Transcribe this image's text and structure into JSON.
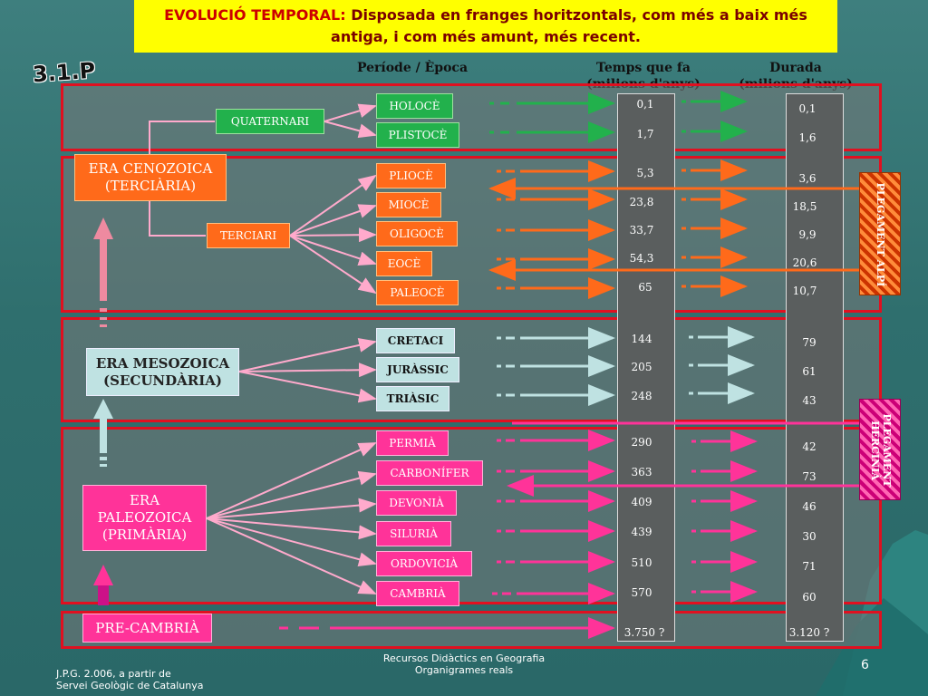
{
  "title": {
    "lead": "EVOLUCIÓ TEMPORAL:",
    "rest": "Disposada en franges horitzontals, com més a baix més antiga, i com més amunt, més recent."
  },
  "slide_code": "3.1.P",
  "headers": {
    "periode": "Període / Època",
    "temps": "Temps que fa",
    "temps_sub": "(milions d'anys)",
    "durada": "Durada",
    "durada_sub": "(milions d'anys)"
  },
  "eras": {
    "cenozoica": "ERA CENOZOICA (TERCIÀRIA)",
    "mesozoica": "ERA MESOZOICA (SECUNDÀRIA)",
    "paleozoica": "ERA PALEOZOICA (PRIMÀRIA)",
    "precambria": "PRE-CAMBRIÀ"
  },
  "periods": {
    "quaternari": "QUATERNARI",
    "terciari": "TERCIARI"
  },
  "epochs": [
    "HOLOCÈ",
    "PLISTOCÈ",
    "PLIOCÈ",
    "MIOCÈ",
    "OLIGOCÈ",
    "EOCÈ",
    "PALEOCÈ",
    "CRETACI",
    "JURÀSSIC",
    "TRIÀSIC",
    "PERMIÀ",
    "CARBONÍFER",
    "DEVONIÀ",
    "SILURIÀ",
    "ORDOVICIÀ",
    "CAMBRIÀ"
  ],
  "temps_que_fa": [
    "0,1",
    "1,7",
    "5,3",
    "23,8",
    "33,7",
    "54,3",
    "65",
    "144",
    "205",
    "248",
    "290",
    "363",
    "409",
    "439",
    "510",
    "570",
    "3.750 ?"
  ],
  "durada": [
    "0,1",
    "1,6",
    "3,6",
    "18,5",
    "9,9",
    "20,6",
    "10,7",
    "79",
    "61",
    "43",
    "42",
    "73",
    "46",
    "30",
    "71",
    "60",
    "3.120 ?"
  ],
  "plegaments": {
    "alpi": "PLEGAMENT ALPÍ",
    "herci": "PLEGAMENT HERCINIÀ"
  },
  "footer": {
    "left1": "J.P.G.  2.006, a partir de",
    "left2": "Servei Geològic de Catalunya",
    "center1": "Recursos Didàctics en Geografia",
    "center2": "Organigrames reals",
    "page": "6"
  },
  "colors": {
    "quaternari": "#22b14c",
    "terciari": "#ff6a1a",
    "mesozoic": "#bfe2e2",
    "paleozoic": "#ff3399",
    "band_border": "#e01020"
  }
}
